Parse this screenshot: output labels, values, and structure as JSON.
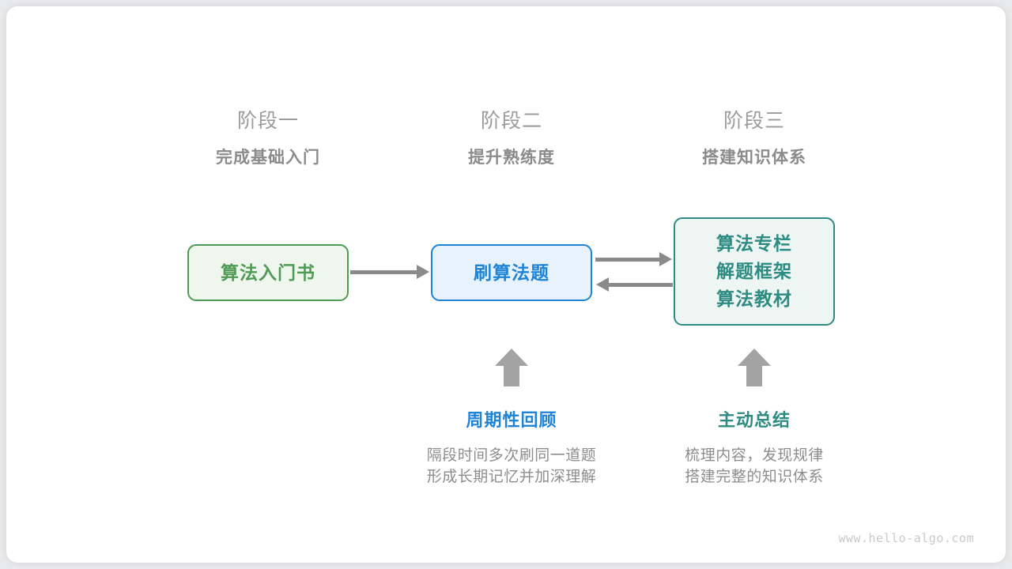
{
  "stages": [
    {
      "number": "阶段一",
      "subtitle": "完成基础入门"
    },
    {
      "number": "阶段二",
      "subtitle": "提升熟练度"
    },
    {
      "number": "阶段三",
      "subtitle": "搭建知识体系"
    }
  ],
  "nodes": {
    "book": {
      "label": "算法入门书",
      "color": "#4f9a55",
      "fill": "#eff6ed"
    },
    "practice": {
      "label": "刷算法题",
      "color": "#1f83d6",
      "fill": "#e7f2fc"
    },
    "system": {
      "lines": [
        "算法专栏",
        "解题框架",
        "算法教材"
      ],
      "color": "#2d8b82",
      "fill": "#eef6f4"
    }
  },
  "notes": [
    {
      "title": "周期性回顾",
      "desc_line1": "隔段时间多次刷同一道题",
      "desc_line2": "形成长期记忆并加深理解",
      "color": "#1f83d6"
    },
    {
      "title": "主动总结",
      "desc_line1": "梳理内容，发现规律",
      "desc_line2": "搭建完整的知识体系",
      "color": "#2d8b82"
    }
  ],
  "watermark": "www.hello-algo.com"
}
